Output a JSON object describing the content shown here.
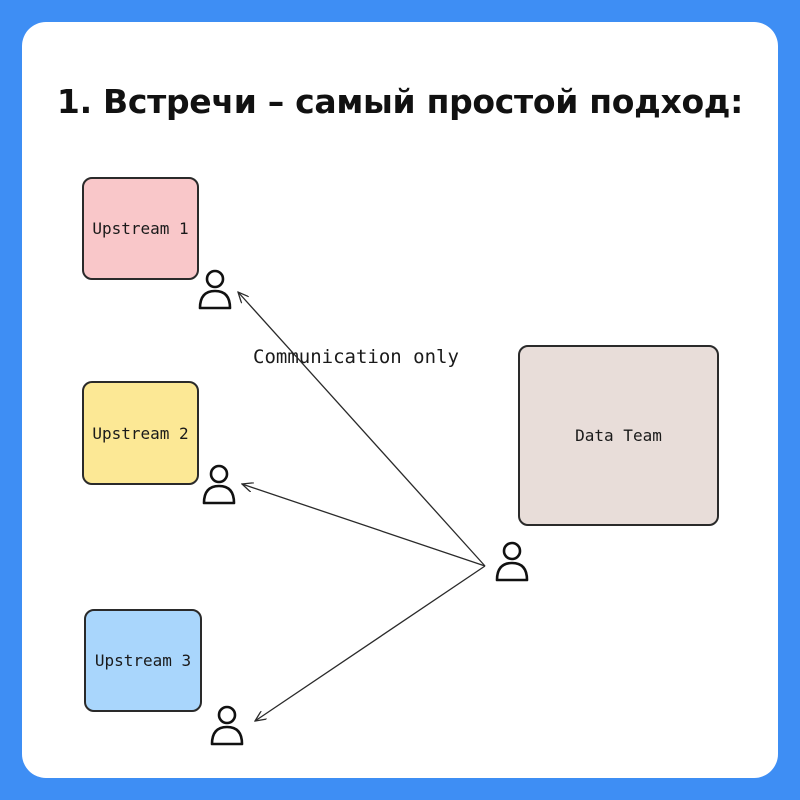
{
  "title": "1. Встречи – самый простой подход:",
  "diagram": {
    "nodes": [
      {
        "id": "upstream1",
        "label": "Upstream 1",
        "color": "#f9c7c9"
      },
      {
        "id": "upstream2",
        "label": "Upstream 2",
        "color": "#fce895"
      },
      {
        "id": "upstream3",
        "label": "Upstream 3",
        "color": "#a9d6fc"
      },
      {
        "id": "data_team",
        "label": "Data Team",
        "color": "#e8ddd9"
      }
    ],
    "edge_label": "Communication only",
    "edges": [
      {
        "from": "data_team",
        "to": "upstream1"
      },
      {
        "from": "data_team",
        "to": "upstream2"
      },
      {
        "from": "data_team",
        "to": "upstream3"
      }
    ],
    "icons": [
      "person-icon",
      "person-icon",
      "person-icon",
      "person-icon"
    ]
  },
  "colors": {
    "background": "#3e8ef4",
    "card": "#ffffff"
  }
}
